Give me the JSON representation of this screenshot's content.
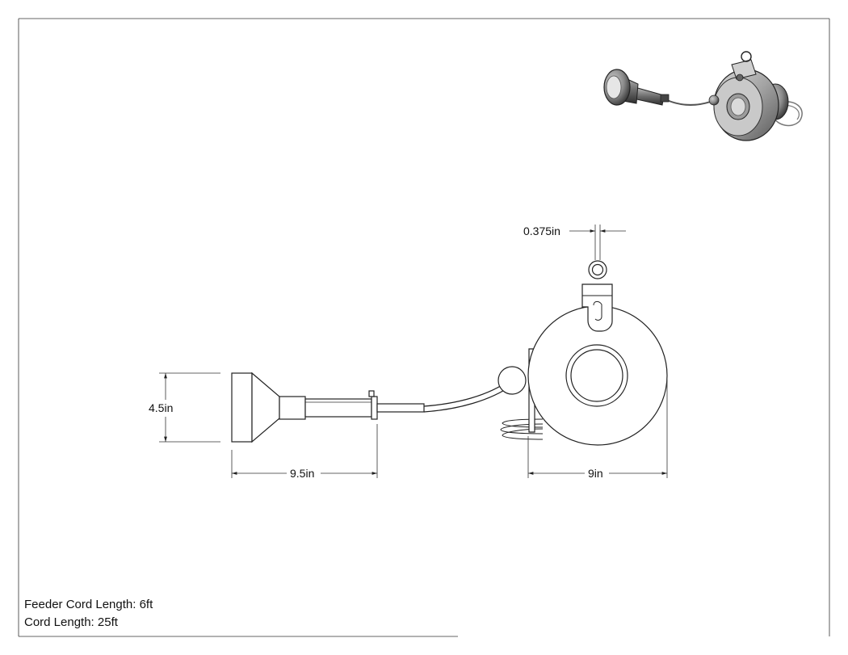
{
  "dimensions": {
    "ring_gap": "0.375in",
    "height": "4.5in",
    "cord_length_dim": "9.5in",
    "reel_width": "9in"
  },
  "notes": {
    "feeder_cord": "Feeder Cord Length: 6ft",
    "cord_length": "Cord Length: 25ft"
  },
  "iso_view": {
    "icon": "cord-reel-isometric-icon"
  }
}
